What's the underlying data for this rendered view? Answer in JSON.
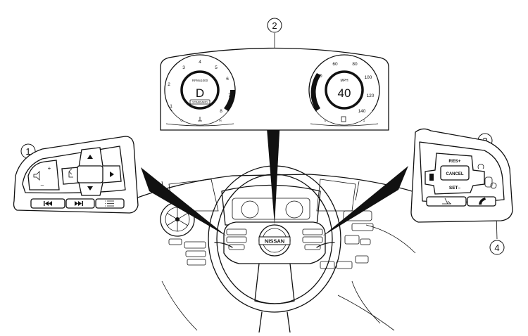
{
  "callouts": [
    "1",
    "2",
    "3",
    "4"
  ],
  "cluster": {
    "tach_ticks": [
      "1",
      "2",
      "3",
      "4",
      "5",
      "6",
      "7",
      "8"
    ],
    "tach_label": "RPMx1000",
    "gear": "D",
    "mode": "STANDARD",
    "temp_low": "C",
    "temp_high": "H",
    "speed_ticks": [
      "20",
      "40",
      "60",
      "80",
      "100",
      "120",
      "140"
    ],
    "speed_unit": "MPH",
    "speed_value": "40",
    "fuel_empty": "0",
    "fuel_full": "1"
  },
  "left_switch": {
    "plus": "+",
    "minus": "–",
    "icons": [
      "volume-icon",
      "back-icon",
      "up-arrow-icon",
      "down-arrow-icon",
      "right-arrow-icon",
      "previous-track-icon",
      "next-track-icon",
      "menu-icon"
    ]
  },
  "right_switch": {
    "res_plus": "RES+",
    "cancel": "CANCEL",
    "set_minus": "SET–",
    "icons": [
      "following-distance-icon",
      "steering-assist-icon",
      "lane-icon",
      "voice-icon",
      "phone-icon",
      "cruise-icon"
    ]
  },
  "wheel": {
    "brand": "NISSAN"
  }
}
